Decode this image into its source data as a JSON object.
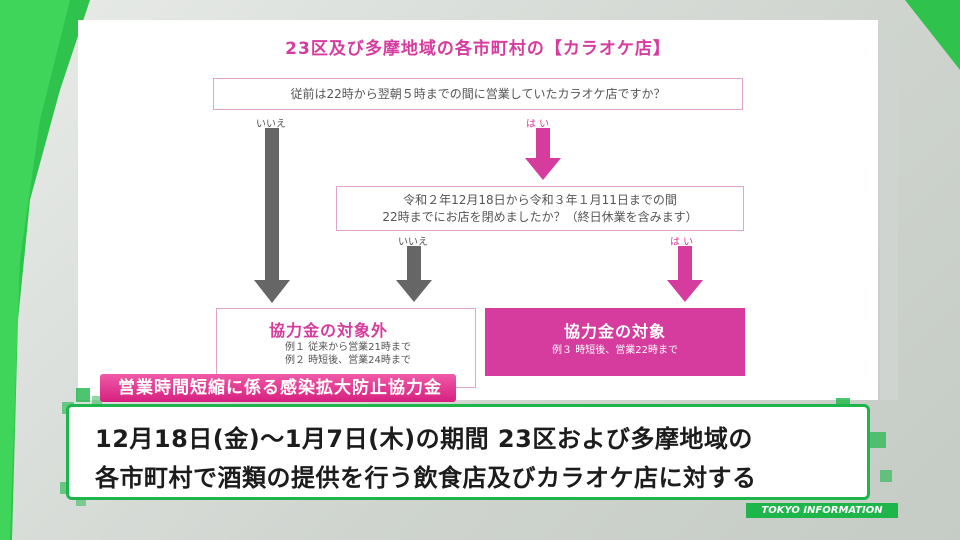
{
  "flowchart": {
    "title": "23区及び多摩地域の各市町村の【カラオケ店】",
    "question1": "従前は22時から翌朝５時までの間に営業していたカラオケ店ですか？",
    "no_label_1": "いいえ",
    "yes_label_1": "は い",
    "question2_line1": "令和２年12月18日から令和３年１月11日までの間",
    "question2_line2": "22時までにお店を閉めましたか？（終日休業を含みます）",
    "no_label_2": "いいえ",
    "yes_label_2": "は い",
    "result_out_title": "協力金の対象外",
    "result_out_example1": "例１ 従来から営業21時まで",
    "result_out_example2": "例２ 時短後、営業24時まで",
    "result_in_title": "協力金の対象",
    "result_in_example": "例３ 時短後、営業22時まで"
  },
  "caption": {
    "label": "営業時間短縮に係る感染拡大防止協力金",
    "line1": "12月18日(金)～1月7日(木)の期間 23区および多摩地域の",
    "line2": "各市町村で酒類の提供を行う飲食店及びカラオケ店に対する"
  },
  "branding": {
    "tag": "TOKYO INFORMATION"
  },
  "colors": {
    "accent_pink": "#d63c9e",
    "brand_green": "#1eb64a",
    "arrow_gray": "#666666"
  }
}
